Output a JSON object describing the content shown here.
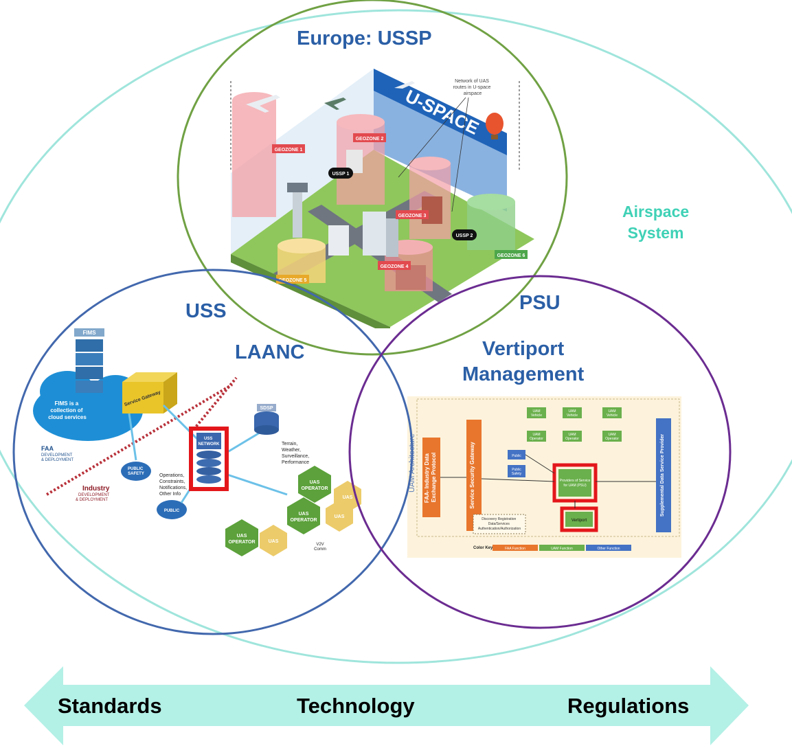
{
  "diagram": {
    "outer_label": [
      "Airspace",
      "System"
    ],
    "europe": {
      "title": "Europe: USSP",
      "scene": {
        "banner": "U-SPACE",
        "note": [
          "Network of UAS",
          "routes in U-space",
          "airspace"
        ],
        "geozones": [
          "GEOZONE 1",
          "GEOZONE 2",
          "GEOZONE 3",
          "GEOZONE 4",
          "GEOZONE 5",
          "GEOZONE 6"
        ],
        "ussp": [
          "USSP 1",
          "USSP 2"
        ]
      }
    },
    "uss": {
      "title": "USS",
      "subtitle": "LAANC",
      "illustration": {
        "fims": "FIMS",
        "cloud": [
          "FIMS is a",
          "collection of",
          "cloud services"
        ],
        "gateway": "Service Gateway",
        "faa": [
          "FAA",
          "DEVELOPMENT",
          "& DEPLOYMENT"
        ],
        "industry": [
          "Industry",
          "DEVELOPMENT",
          "& DEPLOYMENT"
        ],
        "public_safety": [
          "PUBLIC",
          "SAFETY"
        ],
        "public": "PUBLIC",
        "uss_network": [
          "USS",
          "NETWORK"
        ],
        "sdsp": "SDSP",
        "sdsp_info": [
          "Terrain,",
          "Weather,",
          "Surveillance,",
          "Performance"
        ],
        "ops_info": [
          "Operations,",
          "Constraints,",
          "Notifications,",
          "Other Info"
        ],
        "operators": [
          "UAS",
          "OPERATOR"
        ],
        "uas": "UAS",
        "v2v": [
          "V2V",
          "Comm"
        ]
      }
    },
    "psu": {
      "title": "PSU",
      "subtitle": [
        "Vertiport",
        "Management"
      ],
      "illustration": {
        "arch": "UAM Architecture",
        "faa_protocol": [
          "FAA- Industry Data",
          "Exchange Protocol"
        ],
        "gateway": "Service Security Gateway",
        "psu_box": [
          "Providers of Service",
          "for UAM (PSU)"
        ],
        "vertiport": "Vertiport",
        "sdsp": "Supplemental Data Service Provider",
        "uam_vehicle": [
          "UAM",
          "Vehicle"
        ],
        "uam_operator": [
          "UAM",
          "Operator"
        ],
        "public": "Public",
        "public_safety": [
          "Public",
          "Safety"
        ],
        "discovery": [
          "Discovery Registration",
          "Data/Services",
          "Authentication/Authorization"
        ],
        "color_key": "Color Key",
        "key_items": [
          "FAA Function",
          "UAM Function",
          "Other Function"
        ],
        "key_colors": [
          "#e8762d",
          "#6ab04c",
          "#4472c4"
        ]
      }
    },
    "arrow": {
      "left": "Standards",
      "center": "Technology",
      "right": "Regulations"
    },
    "colors": {
      "europe_circle": "#70a144",
      "uss_circle": "#4268ad",
      "psu_circle": "#6b2c91",
      "outer_ellipse": "#9fe5dc",
      "title_blue": "#2b5fa6",
      "outer_label": "#3fd1b6",
      "arrow_fill": "#b3f0e6",
      "highlight": "#e3171b"
    }
  }
}
